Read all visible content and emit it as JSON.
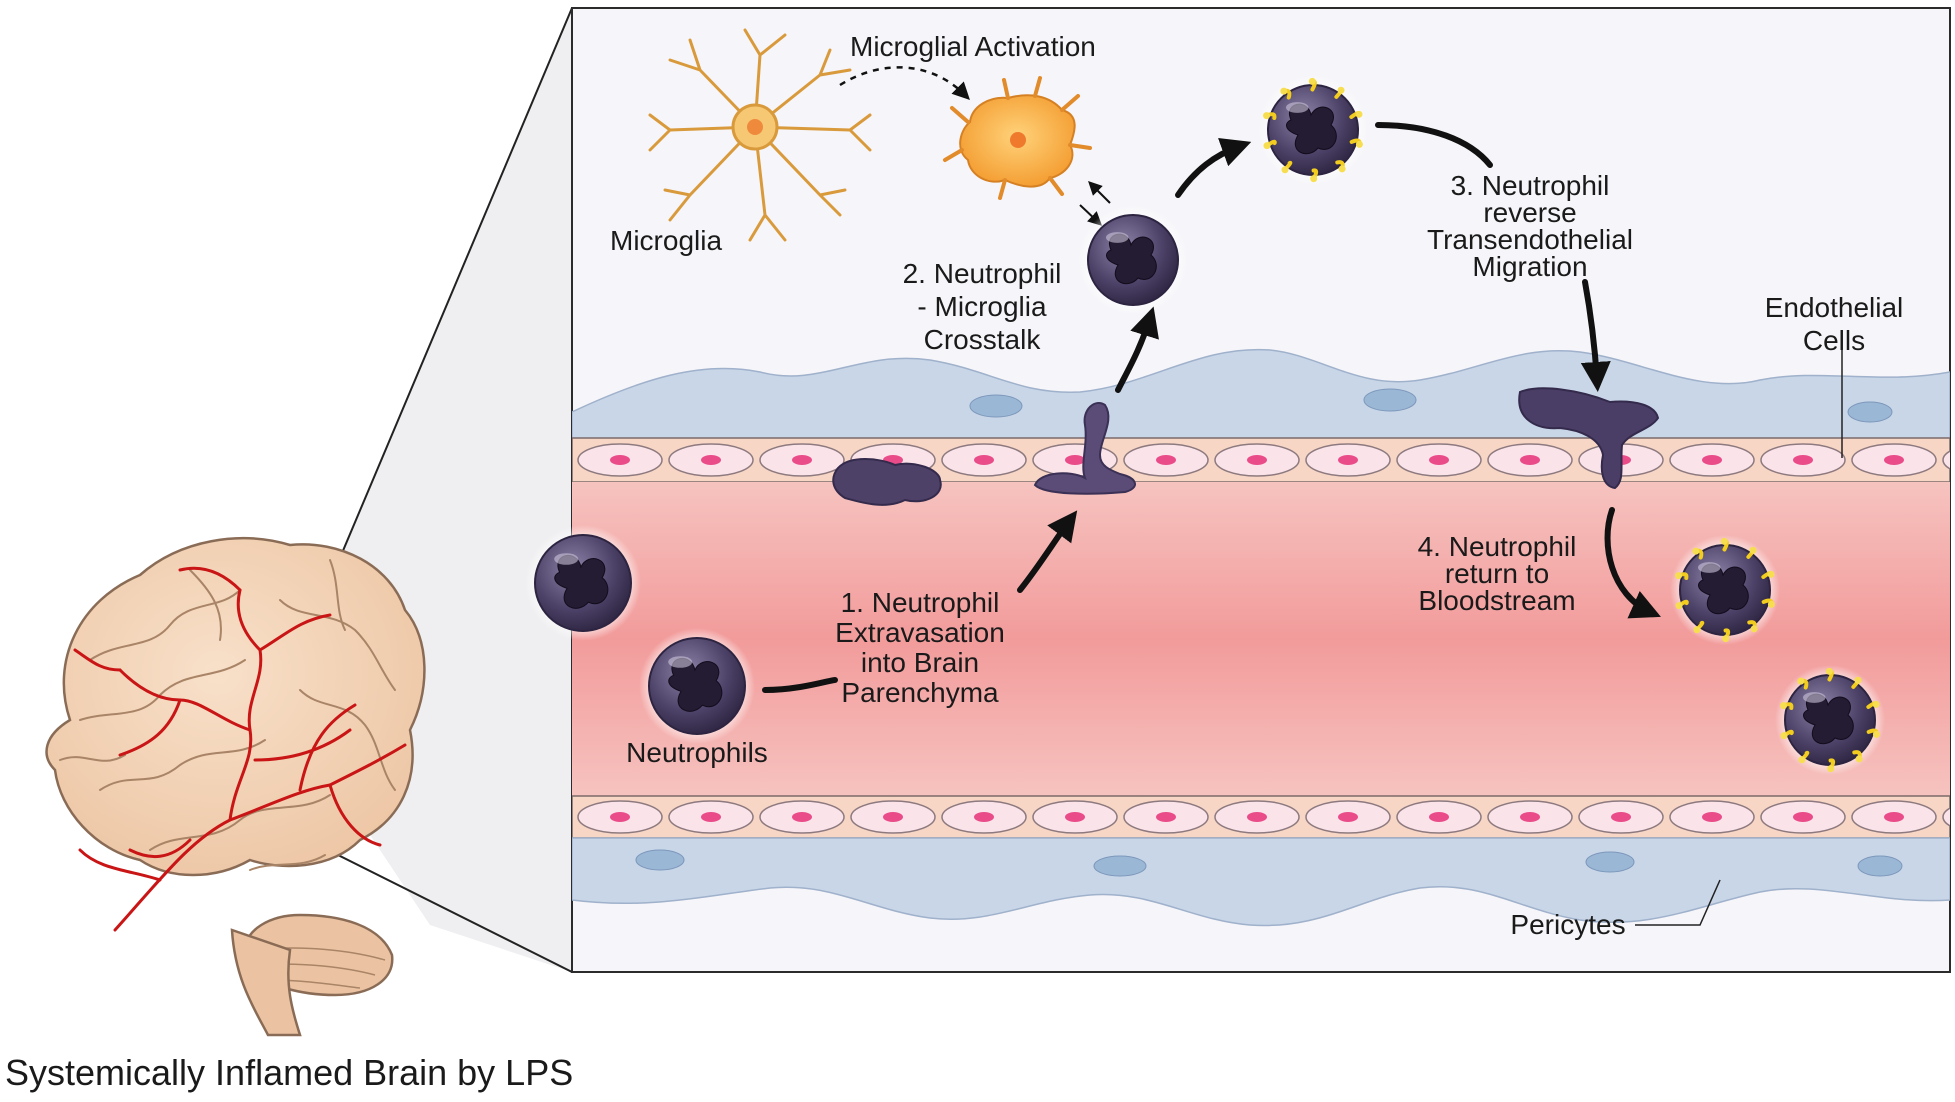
{
  "labels": {
    "microglial_activation": "Microglial Activation",
    "microglia": "Microglia",
    "step2": [
      "2. Neutrophil",
      "- Microglia",
      "Crosstalk"
    ],
    "step3": [
      "3. Neutrophil",
      "reverse",
      "Transendothelial",
      "Migration"
    ],
    "endothelial": [
      "Endothelial",
      "Cells"
    ],
    "step1": [
      "1. Neutrophil",
      "Extravasation",
      "into Brain",
      "Parenchyma"
    ],
    "neutrophils": "Neutrophils",
    "step4": [
      "4. Neutrophil",
      "return to",
      "Bloodstream"
    ],
    "pericytes": "Pericytes",
    "caption": "Systemically Inflamed Brain by LPS"
  },
  "colors": {
    "frame_border": "#2b2b2b",
    "panel_bg": "#f6f5f9",
    "vessel_lumen": "#f1a7a7",
    "vessel_wall": "#f8d6c6",
    "endothelial_cell": "#fbe3ea",
    "endothelial_nucleus": "#ea4c8a",
    "pericyte": "#c3d3e6",
    "neutrophil": "#4a3f63",
    "neutrophil_nucleus": "#2a2238",
    "microglia_resting": "#e8a84a",
    "microglia_active": "#f6a43a",
    "brain": "#f3d3b8",
    "brain_vessel": "#c91515",
    "yellow_marker": "#f2cc1e"
  }
}
